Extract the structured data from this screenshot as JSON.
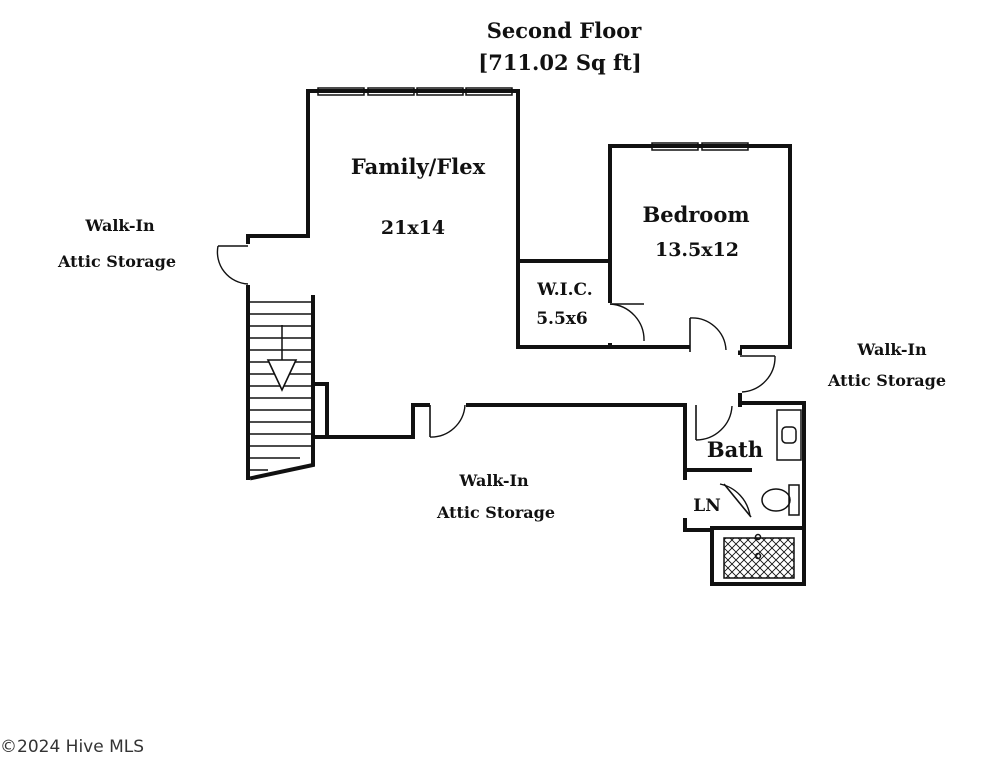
{
  "plan": {
    "title": "Second Floor",
    "area": "[711.02 Sq ft]",
    "rooms": {
      "family_flex": {
        "name": "Family/Flex",
        "dims": "21x14"
      },
      "bedroom": {
        "name": "Bedroom",
        "dims": "13.5x12"
      },
      "wic": {
        "name": "W.I.C.",
        "dims": "5.5x6"
      },
      "bath": {
        "name": "Bath"
      },
      "linen": {
        "name": "LN"
      }
    },
    "attic_storage": {
      "line1": "Walk-In",
      "line2": "Attic Storage"
    }
  },
  "footer": {
    "copyright": "©2024 Hive MLS"
  }
}
